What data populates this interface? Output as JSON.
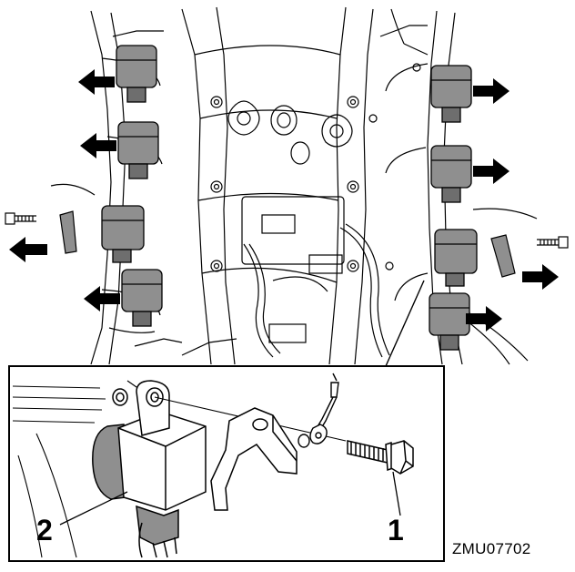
{
  "figure": {
    "code": "ZMU07702",
    "callouts": [
      {
        "id": "1",
        "label": "1"
      },
      {
        "id": "2",
        "label": "2"
      }
    ]
  },
  "colors": {
    "line": "#000000",
    "coil_fill": "#8f8f8f",
    "coil_shade": "#6e6e6e",
    "arrow_fill": "#000000",
    "background": "#ffffff"
  },
  "icons": [
    "ignition-coil",
    "removal-arrow",
    "bolt",
    "bracket",
    "ground-wire-terminal"
  ]
}
